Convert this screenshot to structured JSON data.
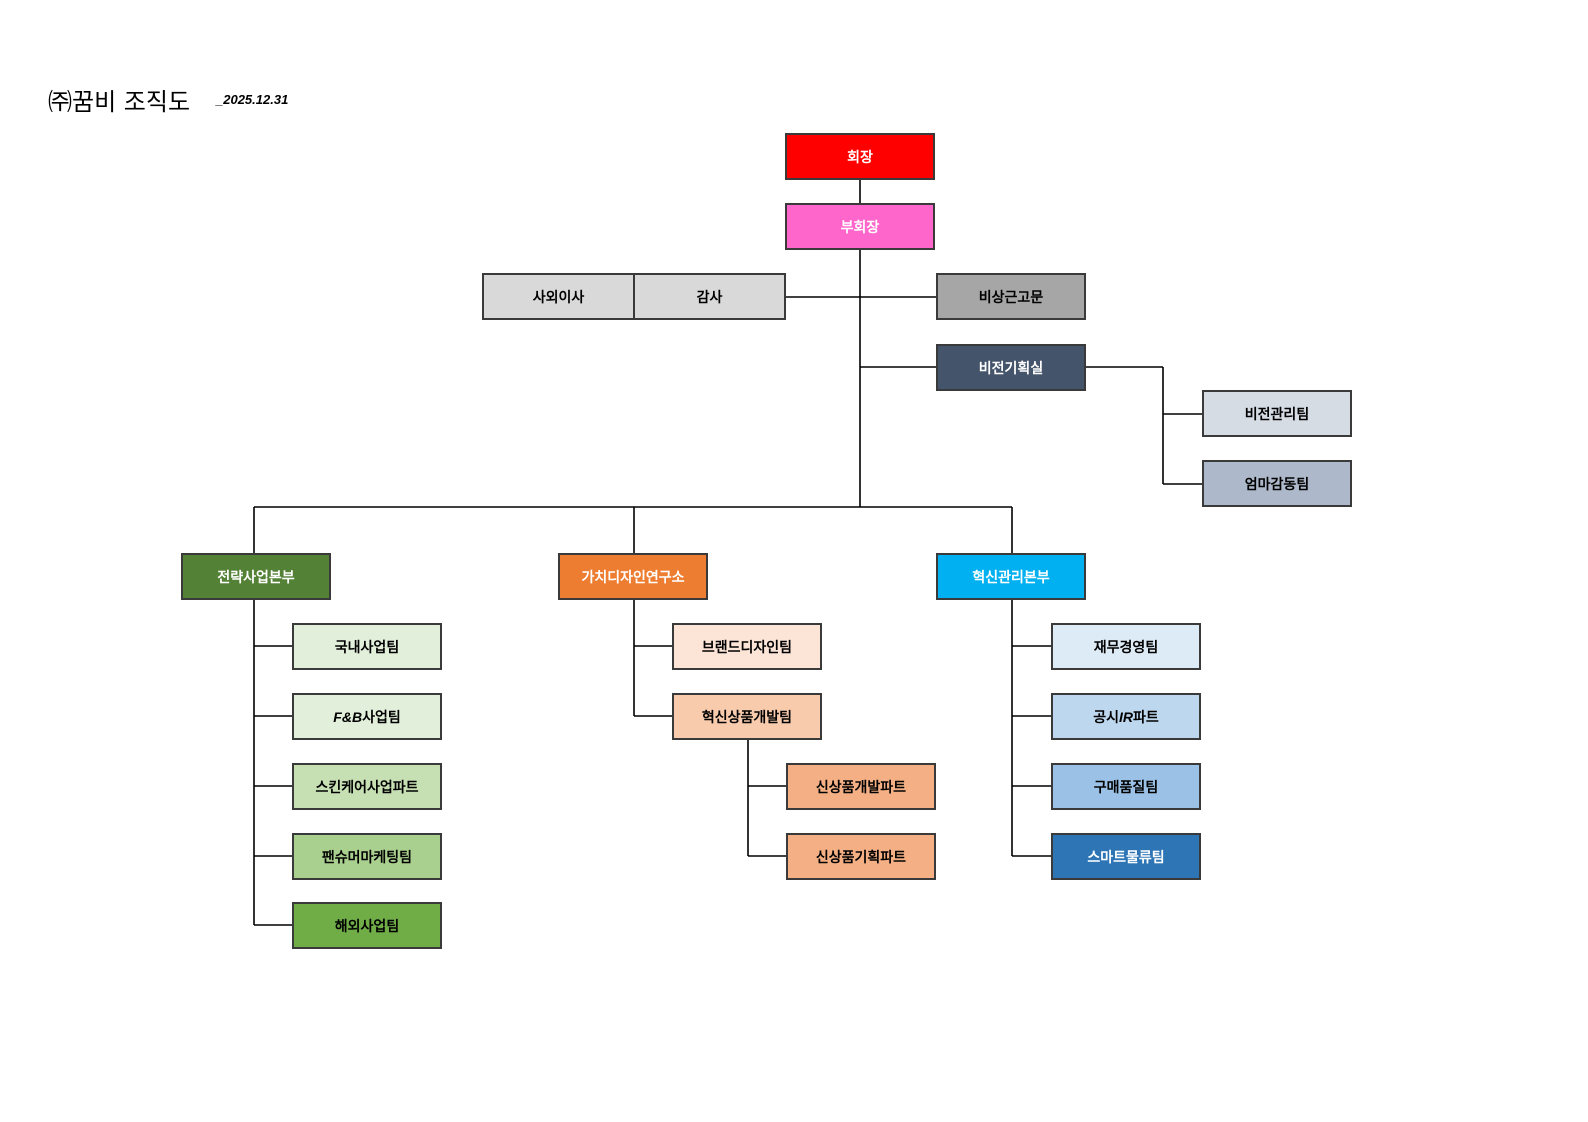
{
  "title": "㈜꿈비 조직도",
  "date": "_2025.12.31",
  "nodes": {
    "chairman": "회장",
    "vice_chairman": "부회장",
    "outside_director": "사외이사",
    "auditor": "감사",
    "advisor": "비상근고문",
    "vision_office": "비전기획실",
    "vision_mgmt": "비전관리팀",
    "mom_team": "엄마감동팀",
    "strategy_hq": "전략사업본부",
    "design_lab": "가치디자인연구소",
    "innovation_hq": "혁신관리본부",
    "domestic": "국내사업팀",
    "fnb_prefix": "F&B",
    "fnb_suffix": "사업팀",
    "skincare": "스킨케어사업파트",
    "fan_marketing": "팬슈머마케팅팀",
    "overseas": "해외사업팀",
    "brand_design": "브랜드디자인팀",
    "innov_product": "혁신상품개발팀",
    "new_product_dev": "신상품개발파트",
    "new_product_plan": "신상품기획파트",
    "finance": "재무경영팀",
    "disclosure_prefix": "공시",
    "disclosure_ir": "IR",
    "disclosure_suffix": "파트",
    "purchase_quality": "구매품질팀",
    "smart_logistics": "스마트물류팀"
  },
  "colors": {
    "chairman": "#FF0000",
    "vice_chairman": "#FF66CC",
    "board": "#D9D9D9",
    "advisor": "#A6A6A6",
    "vision_office": "#44546A",
    "vision_mgmt": "#D6DCE4",
    "mom_team": "#ADB9CA",
    "strategy_hq": "#538135",
    "design_lab": "#ED7D31",
    "innovation_hq": "#00B0F0",
    "green_1": "#E2EFDA",
    "green_2": "#C6E0B4",
    "green_3": "#A9D08E",
    "green_4": "#70AD47",
    "orange_1": "#FCE4D6",
    "orange_2": "#F8CBAD",
    "orange_3": "#F4B084",
    "blue_1": "#DDEBF7",
    "blue_2": "#BDD7EE",
    "blue_3": "#9BC2E6",
    "blue_4": "#2E75B6"
  }
}
